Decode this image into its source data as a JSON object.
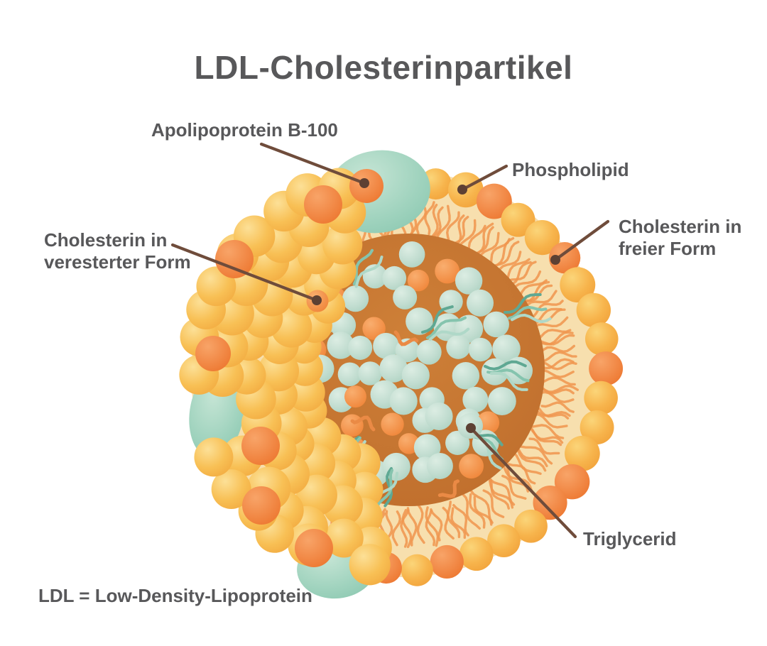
{
  "title": "LDL-Cholesterinpartikel",
  "footnote": "LDL = Low-Density-Lipoprotein",
  "labels": {
    "apolipoprotein": "Apolipoprotein B-100",
    "phospholipid": "Phospholipid",
    "cholesterol_free": "Cholesterin in\nfreier Form",
    "cholesterol_ester": "Cholesterin in\nveresterter Form",
    "triglyceride": "Triglycerid"
  },
  "colors": {
    "text": "#58585A",
    "leader_line": "#6F4C3B",
    "leader_dot": "#5D4033",
    "ring_ball_light": "#FBD579",
    "ring_ball_mid": "#F7B44C",
    "ring_ball_dark": "#EF9B33",
    "cluster_ball_light": "#FCE097",
    "cluster_ball_mid": "#F8C055",
    "cluster_ball_dark": "#F0A238",
    "free_chol_light": "#F8A468",
    "free_chol_dark": "#EB6F26",
    "band_light": "#F7DFAE",
    "band_dark": "#F2CB8E",
    "band_tail": "#F0954E",
    "core_light": "#CE8038",
    "core_mid": "#C1702E",
    "core_dark": "#B05E22",
    "ester_light": "#DCEDE3",
    "ester_mid": "#C0DCCF",
    "ester_dark": "#A4CDBB",
    "core_orange_light": "#F9AE6F",
    "core_orange_dark": "#EE7D2E",
    "protein_light": "#C6E5D5",
    "protein_mid": "#A0D3BE",
    "protein_dark": "#84C4AC",
    "tg_tail_dark": "#5FA893",
    "tg_tail_mid": "#85C4AE",
    "tg_tail_light": "#AFD8C8",
    "curl_orange": "#EA8A45"
  }
}
